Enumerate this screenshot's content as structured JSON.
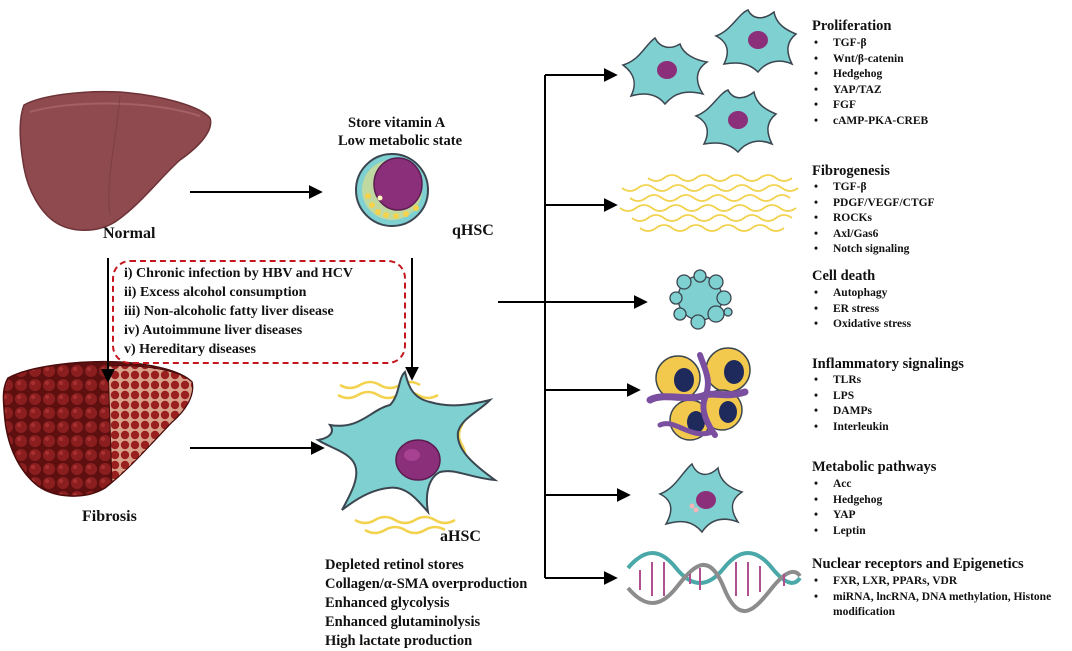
{
  "colors": {
    "liver_normal": "#8e4a4e",
    "liver_fibrosis": "#7a1a1a",
    "cell_fill": "#7fd0d0",
    "cell_outline": "#3b4650",
    "nucleus": "#8c2f7a",
    "collagen": "#f3d24d",
    "dashed_border": "#c4161c",
    "arrow": "#000000"
  },
  "left": {
    "normal_label": "Normal",
    "fibrosis_label": "Fibrosis",
    "causes": [
      "i) Chronic infection by HBV and HCV",
      "ii) Excess alcohol consumption",
      "iii) Non-alcoholic fatty liver disease",
      "iv) Autoimmune liver diseases",
      "v) Hereditary diseases"
    ]
  },
  "qhsc": {
    "notes": [
      "Store vitamin A",
      "Low metabolic state"
    ],
    "label": "qHSC"
  },
  "ahsc": {
    "label": "aHSC",
    "features": [
      "Depleted retinol stores",
      "Collagen/α-SMA overproduction",
      "Enhanced glycolysis",
      "Enhanced glutaminolysis",
      "High lactate production"
    ]
  },
  "outcomes": [
    {
      "title": "Proliferation",
      "items": [
        "TGF-β",
        "Wnt/β-catenin",
        "Hedgehog",
        "YAP/TAZ",
        "FGF",
        "cAMP-PKA-CREB"
      ]
    },
    {
      "title": "Fibrogenesis",
      "items": [
        "TGF-β",
        "PDGF/VEGF/CTGF",
        "ROCKs",
        "Axl/Gas6",
        "Notch signaling"
      ]
    },
    {
      "title": "Cell death",
      "items": [
        "Autophagy",
        "ER stress",
        "Oxidative stress"
      ]
    },
    {
      "title": "Inflammatory signalings",
      "items": [
        "TLRs",
        "LPS",
        "DAMPs",
        "Interleukin"
      ]
    },
    {
      "title": "Metabolic pathways",
      "items": [
        "Acc",
        "Hedgehog",
        "YAP",
        "Leptin"
      ]
    },
    {
      "title": "Nuclear receptors and Epigenetics",
      "items": [
        "FXR, LXR, PPARs, VDR",
        "miRNA, lncRNA, DNA methylation, Histone modification"
      ]
    }
  ]
}
